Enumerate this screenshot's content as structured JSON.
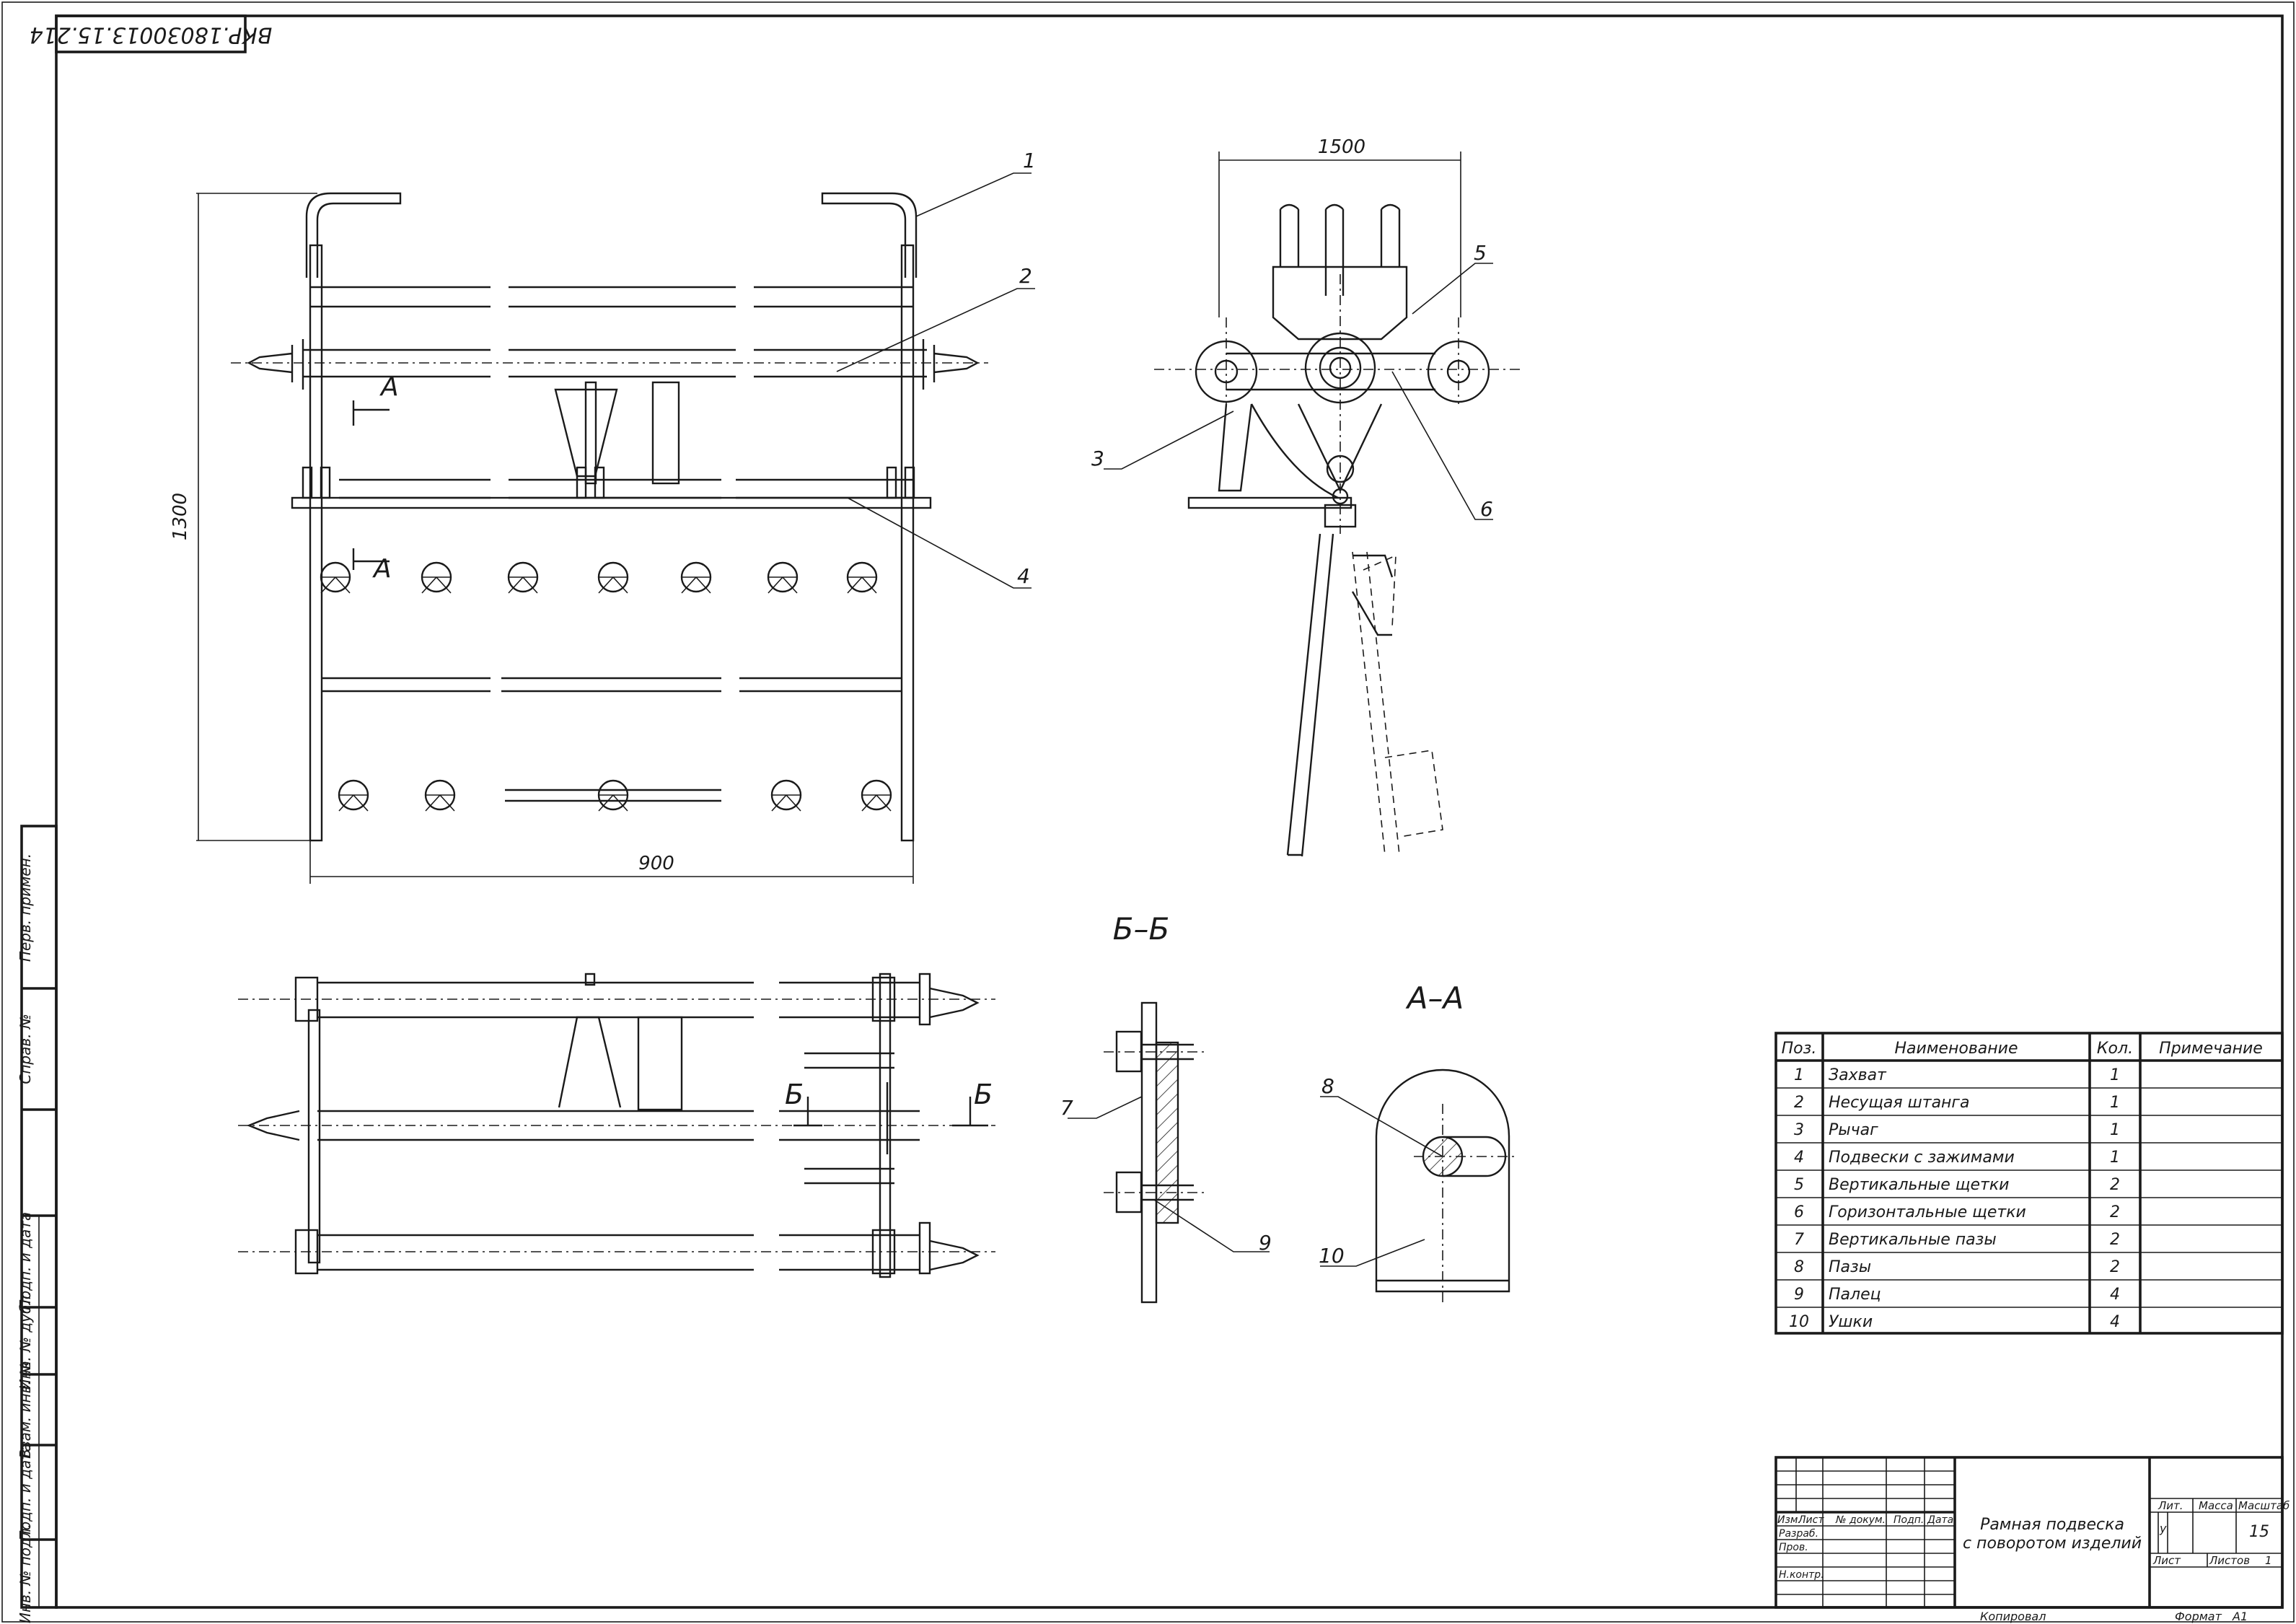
{
  "drawing": {
    "stamp_code": "ВКР.18030013.15.214",
    "dimensions": {
      "height_front": "1300",
      "width_front": "900",
      "width_side": "1500"
    },
    "section_labels": {
      "bb_title": "Б–Б",
      "aa_title": "А–А",
      "a": "А",
      "b": "Б"
    },
    "position_callouts": [
      "1",
      "2",
      "3",
      "4",
      "5",
      "6",
      "7",
      "8",
      "9",
      "10"
    ]
  },
  "spec_table": {
    "headers": {
      "pos": "Поз.",
      "name": "Наименование",
      "qty": "Кол.",
      "note": "Примечание"
    },
    "rows": [
      {
        "pos": "1",
        "name": "Захват",
        "qty": "1",
        "note": ""
      },
      {
        "pos": "2",
        "name": "Несущая штанга",
        "qty": "1",
        "note": ""
      },
      {
        "pos": "3",
        "name": "Рычаг",
        "qty": "1",
        "note": ""
      },
      {
        "pos": "4",
        "name": "Подвески с зажимами",
        "qty": "1",
        "note": ""
      },
      {
        "pos": "5",
        "name": "Вертикальные щетки",
        "qty": "2",
        "note": ""
      },
      {
        "pos": "6",
        "name": "Горизонтальные щетки",
        "qty": "2",
        "note": ""
      },
      {
        "pos": "7",
        "name": "Вертикальные пазы",
        "qty": "2",
        "note": ""
      },
      {
        "pos": "8",
        "name": "Пазы",
        "qty": "2",
        "note": ""
      },
      {
        "pos": "9",
        "name": "Палец",
        "qty": "4",
        "note": ""
      },
      {
        "pos": "10",
        "name": "Ушки",
        "qty": "4",
        "note": ""
      }
    ]
  },
  "title_block": {
    "title_line1": "Рамная подвеска",
    "title_line2": "с поворотом изделий",
    "col_izm": "Изм.",
    "col_list": "Лист",
    "col_doc": "№ докум.",
    "col_sign": "Подп.",
    "col_date": "Дата",
    "razrab": "Разраб.",
    "prov": "Пров.",
    "nkontr": "Н.контр.",
    "lit": "Лит.",
    "massa": "Масса",
    "masshtab": "Масштаб",
    "lit_value": "у",
    "scale_value": "15",
    "list_label": "Лист",
    "listov_label": "Листов",
    "listov_value": "1"
  },
  "footer": {
    "kopiroval": "Копировал",
    "format": "Формат",
    "format_value": "А1"
  },
  "side_stamps": [
    "Перв. примен.",
    "Справ. №",
    "Подп. и дата",
    "Инв. № дубл.",
    "Взам. инв. №",
    "Подп. и дата",
    "Инв. № подл."
  ]
}
